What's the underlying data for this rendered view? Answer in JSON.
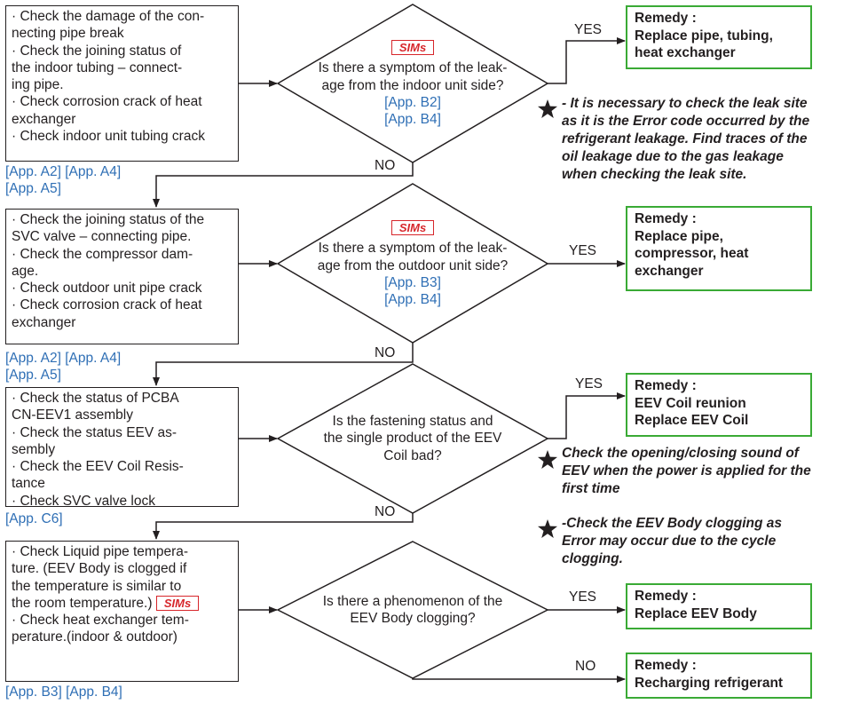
{
  "steps": [
    {
      "checks": [
        "· Check the damage of the con-",
        "necting pipe break",
        "· Check the joining status of",
        "the indoor tubing – connect-",
        "ing pipe.",
        "· Check corrosion crack of heat",
        "exchanger",
        "· Check indoor unit tubing crack"
      ],
      "refs": [
        "[App. A2] [App. A4]",
        "[App. A5]"
      ],
      "question": [
        "Is there a symptom of the leak-",
        "age from the  indoor unit side?"
      ],
      "question_refs": [
        "[App. B2]",
        "[App. B4]"
      ],
      "has_sims": true,
      "yes_label": "YES",
      "no_label": "NO",
      "remedy": [
        "Remedy :",
        "Replace pipe, tubing,",
        "heat exchanger"
      ],
      "notes": [
        [
          "- It is necessary to check the leak site",
          "as it is the Error code occurred by the",
          "refrigerant leakage. Find traces of the",
          "oil leakage due to the gas leakage",
          "when checking the leak site."
        ]
      ]
    },
    {
      "checks": [
        "· Check the joining status of the",
        "SVC valve – connecting pipe.",
        "· Check the compressor dam-",
        "age.",
        "· Check outdoor unit pipe crack",
        "· Check corrosion crack of heat",
        "exchanger"
      ],
      "refs": [
        "[App. A2] [App. A4]",
        "[App. A5]"
      ],
      "question": [
        "Is there a symptom of the leak-",
        "age from the  outdoor unit side?"
      ],
      "question_refs": [
        "[App. B3]",
        "[App. B4]"
      ],
      "has_sims": true,
      "yes_label": "YES",
      "no_label": "NO",
      "remedy": [
        "Remedy :",
        "Replace pipe,",
        "compressor, heat",
        "exchanger"
      ],
      "notes": []
    },
    {
      "checks": [
        "· Check the status of PCBA",
        "CN-EEV1 assembly",
        "· Check the status EEV as-",
        "sembly",
        "· Check the EEV Coil Resis-",
        "tance",
        "· Check SVC valve lock"
      ],
      "refs": [
        "[App. C6]"
      ],
      "question": [
        "Is the fastening status and",
        "the single product of the EEV",
        "Coil bad?"
      ],
      "question_refs": [],
      "has_sims": false,
      "yes_label": "YES",
      "no_label": "NO",
      "remedy": [
        "Remedy :",
        "EEV Coil reunion",
        "Replace EEV Coil"
      ],
      "notes": [
        [
          "Check the opening/closing sound of",
          "EEV when the power is applied for the",
          "first time"
        ],
        [
          "-Check the EEV Body clogging as",
          "Error may occur due to the cycle",
          "clogging."
        ]
      ]
    },
    {
      "checks": [
        "· Check Liquid pipe tempera-",
        "ture. (EEV Body is clogged if",
        "the temperature is similar to",
        "the room temperature.)",
        "· Check heat exchanger tem-",
        "perature.(indoor & outdoor)"
      ],
      "refs": [
        "[App. B3] [App. B4]"
      ],
      "question": [
        "Is there a phenomenon of the",
        "EEV Body clogging?"
      ],
      "question_refs": [],
      "has_sims": true,
      "yes_label": "YES",
      "no_label": "NO",
      "remedy": [
        "Remedy :",
        "Replace EEV Body"
      ],
      "remedy_no": [
        "Remedy :",
        "Recharging refrigerant"
      ],
      "notes": []
    }
  ],
  "sims_label": "SIMs",
  "star_icon": "★",
  "colors": {
    "line": "#231f20",
    "remedy_border": "#3aaa35",
    "ref_text": "#2f6fb5",
    "sims": "#d7262b"
  }
}
